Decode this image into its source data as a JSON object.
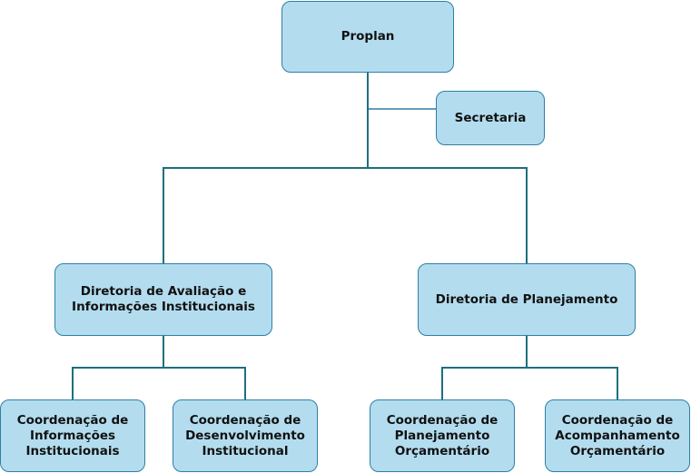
{
  "org_chart": {
    "root": {
      "label": "Proplan"
    },
    "assistant": {
      "label": "Secretaria"
    },
    "directorates": [
      {
        "label": "Diretoria de Avaliação e\nInformações Institucionais",
        "coordinations": [
          {
            "label": "Coordenação de\nInformações\nInstitucionais"
          },
          {
            "label": "Coordenação de\nDesenvolvimento\nInstitucional"
          }
        ]
      },
      {
        "label": "Diretoria de Planejamento",
        "coordinations": [
          {
            "label": "Coordenação de\nPlanejamento\nOrçamentário"
          },
          {
            "label": "Coordenação de\nAcompanhamento\nOrçamentário"
          }
        ]
      }
    ]
  },
  "colors": {
    "box_fill": "#b3ddef",
    "box_border": "#2e7fa6",
    "connector_main": "#1e6f80",
    "connector_assistant": "#2e7fa6",
    "text": "#111111"
  }
}
